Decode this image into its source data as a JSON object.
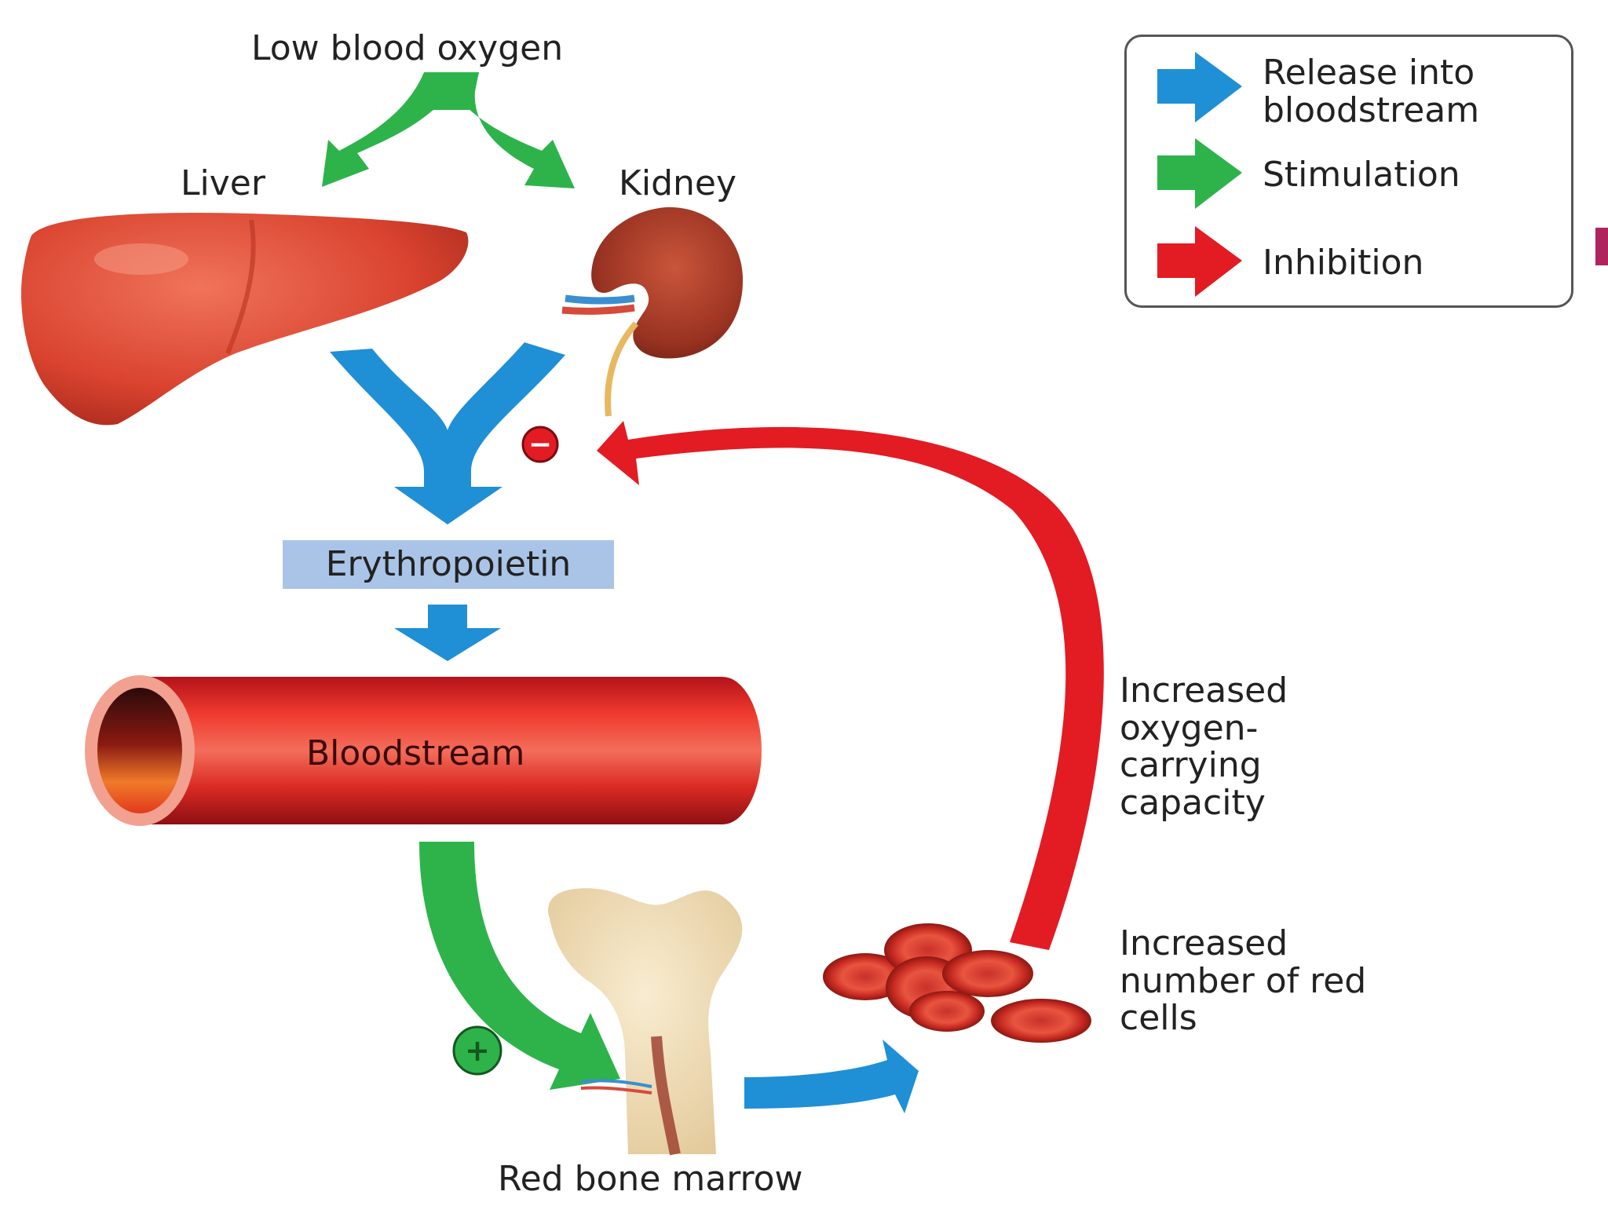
{
  "labels": {
    "low_blood_oxygen": "Low blood oxygen",
    "liver": "Liver",
    "kidney": "Kidney",
    "erythropoietin": "Erythropoietin",
    "bloodstream": "Bloodstream",
    "red_bone_marrow": "Red bone marrow",
    "increased_capacity": "Increased oxygen-carrying capacity",
    "increased_red_cells": "Increased number of red cells",
    "inhibition_sign": "−",
    "stimulation_sign": "+"
  },
  "legend": {
    "items": [
      {
        "label": "Release into bloodstream",
        "color": "#1f8fd6",
        "meaning": "release"
      },
      {
        "label": "Stimulation",
        "color": "#2db34a",
        "meaning": "stimulation"
      },
      {
        "label": "Inhibition",
        "color": "#e31b23",
        "meaning": "inhibition"
      }
    ]
  },
  "colors": {
    "release": "#1f8fd6",
    "stimulation": "#2db34a",
    "inhibition": "#e31b23",
    "erythropoietin_box": "#a9c4e6",
    "accent_edge": "#b0245e"
  }
}
